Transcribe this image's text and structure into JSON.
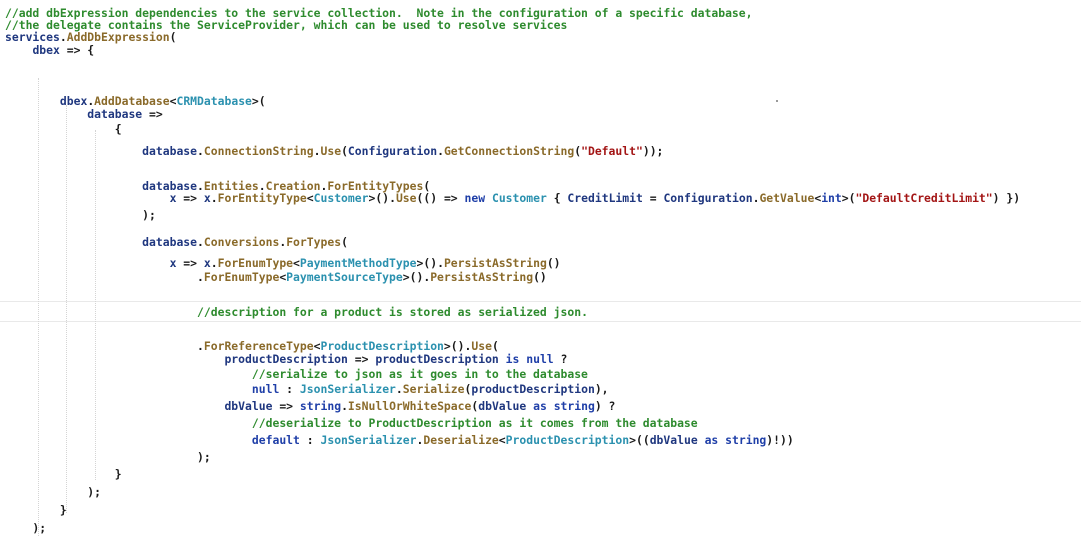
{
  "editor": {
    "lines": [
      [
        [
          "cm",
          "//add dbExpression dependencies to the service collection.  Note in the configuration of a specific database,"
        ]
      ],
      [
        [
          "cm",
          "//the delegate contains the ServiceProvider, which can be used to resolve services"
        ]
      ],
      [
        [
          "vr",
          "services"
        ],
        [
          "pl",
          "."
        ],
        [
          "fn",
          "AddDbExpression"
        ],
        [
          "pl",
          "("
        ]
      ],
      [
        [
          "pl",
          "    "
        ],
        [
          "vr",
          "dbex"
        ],
        [
          "pl",
          " => {"
        ]
      ],
      [
        [
          "pl",
          ""
        ]
      ],
      [
        [
          "pl",
          "        "
        ],
        [
          "vr",
          "dbex"
        ],
        [
          "pl",
          "."
        ],
        [
          "fn",
          "AddDatabase"
        ],
        [
          "pl",
          "<"
        ],
        [
          "ty",
          "CRMDatabase"
        ],
        [
          "pl",
          ">("
        ]
      ],
      [
        [
          "pl",
          "            "
        ],
        [
          "vr",
          "database"
        ],
        [
          "pl",
          " =>"
        ]
      ],
      [
        [
          "pl",
          "                {"
        ]
      ],
      [
        [
          "pl",
          "                    "
        ],
        [
          "vr",
          "database"
        ],
        [
          "pl",
          "."
        ],
        [
          "fn",
          "ConnectionString"
        ],
        [
          "pl",
          "."
        ],
        [
          "fn",
          "Use"
        ],
        [
          "pl",
          "("
        ],
        [
          "vr",
          "Configuration"
        ],
        [
          "pl",
          "."
        ],
        [
          "fn",
          "GetConnectionString"
        ],
        [
          "pl",
          "("
        ],
        [
          "st",
          "\"Default\""
        ],
        [
          "pl",
          "));"
        ]
      ],
      [
        [
          "pl",
          ""
        ]
      ],
      [
        [
          "pl",
          "                    "
        ],
        [
          "vr",
          "database"
        ],
        [
          "pl",
          "."
        ],
        [
          "fn",
          "Entities"
        ],
        [
          "pl",
          "."
        ],
        [
          "fn",
          "Creation"
        ],
        [
          "pl",
          "."
        ],
        [
          "fn",
          "ForEntityTypes"
        ],
        [
          "pl",
          "("
        ]
      ],
      [
        [
          "pl",
          "                        "
        ],
        [
          "vr",
          "x"
        ],
        [
          "pl",
          " => "
        ],
        [
          "vr",
          "x"
        ],
        [
          "pl",
          "."
        ],
        [
          "fn",
          "ForEntityType"
        ],
        [
          "pl",
          "<"
        ],
        [
          "ty",
          "Customer"
        ],
        [
          "pl",
          ">()."
        ],
        [
          "fn",
          "Use"
        ],
        [
          "pl",
          "(() => "
        ],
        [
          "kw",
          "new"
        ],
        [
          "pl",
          " "
        ],
        [
          "ty",
          "Customer"
        ],
        [
          "pl",
          " { "
        ],
        [
          "vr",
          "CreditLimit"
        ],
        [
          "pl",
          " = "
        ],
        [
          "vr",
          "Configuration"
        ],
        [
          "pl",
          "."
        ],
        [
          "fn",
          "GetValue"
        ],
        [
          "pl",
          "<"
        ],
        [
          "kw",
          "int"
        ],
        [
          "pl",
          ">("
        ],
        [
          "st",
          "\"DefaultCreditLimit\""
        ],
        [
          "pl",
          ") })"
        ]
      ],
      [
        [
          "pl",
          "                    );"
        ]
      ],
      [
        [
          "pl",
          ""
        ]
      ],
      [
        [
          "pl",
          "                    "
        ],
        [
          "vr",
          "database"
        ],
        [
          "pl",
          "."
        ],
        [
          "fn",
          "Conversions"
        ],
        [
          "pl",
          "."
        ],
        [
          "fn",
          "ForTypes"
        ],
        [
          "pl",
          "("
        ]
      ],
      [
        [
          "pl",
          "                        "
        ],
        [
          "vr",
          "x"
        ],
        [
          "pl",
          " => "
        ],
        [
          "vr",
          "x"
        ],
        [
          "pl",
          "."
        ],
        [
          "fn",
          "ForEnumType"
        ],
        [
          "pl",
          "<"
        ],
        [
          "ty",
          "PaymentMethodType"
        ],
        [
          "pl",
          ">()."
        ],
        [
          "fn",
          "PersistAsString"
        ],
        [
          "pl",
          "()"
        ]
      ],
      [
        [
          "pl",
          "                            ."
        ],
        [
          "fn",
          "ForEnumType"
        ],
        [
          "pl",
          "<"
        ],
        [
          "ty",
          "PaymentSourceType"
        ],
        [
          "pl",
          ">()."
        ],
        [
          "fn",
          "PersistAsString"
        ],
        [
          "pl",
          "()"
        ]
      ],
      [
        [
          "pl",
          ""
        ]
      ],
      [
        [
          "pl",
          "                            "
        ],
        [
          "cm",
          "//description for a product is stored as serialized json."
        ]
      ],
      [
        [
          "pl",
          ""
        ]
      ],
      [
        [
          "pl",
          "                            ."
        ],
        [
          "fn",
          "ForReferenceType"
        ],
        [
          "pl",
          "<"
        ],
        [
          "ty",
          "ProductDescription"
        ],
        [
          "pl",
          ">()."
        ],
        [
          "fn",
          "Use"
        ],
        [
          "pl",
          "("
        ]
      ],
      [
        [
          "pl",
          "                                "
        ],
        [
          "vr",
          "productDescription"
        ],
        [
          "pl",
          " => "
        ],
        [
          "vr",
          "productDescription"
        ],
        [
          "pl",
          " "
        ],
        [
          "kw",
          "is"
        ],
        [
          "pl",
          " "
        ],
        [
          "kw",
          "null"
        ],
        [
          "pl",
          " ?"
        ]
      ],
      [
        [
          "pl",
          "                                    "
        ],
        [
          "cm",
          "//serialize to json as it goes in to the database"
        ]
      ],
      [
        [
          "pl",
          "                                    "
        ],
        [
          "kw",
          "null"
        ],
        [
          "pl",
          " : "
        ],
        [
          "ty",
          "JsonSerializer"
        ],
        [
          "pl",
          "."
        ],
        [
          "fn",
          "Serialize"
        ],
        [
          "pl",
          "("
        ],
        [
          "vr",
          "productDescription"
        ],
        [
          "pl",
          "),"
        ]
      ],
      [
        [
          "pl",
          "                                "
        ],
        [
          "vr",
          "dbValue"
        ],
        [
          "pl",
          " => "
        ],
        [
          "kw",
          "string"
        ],
        [
          "pl",
          "."
        ],
        [
          "fn",
          "IsNullOrWhiteSpace"
        ],
        [
          "pl",
          "("
        ],
        [
          "vr",
          "dbValue"
        ],
        [
          "pl",
          " "
        ],
        [
          "kw",
          "as"
        ],
        [
          "pl",
          " "
        ],
        [
          "kw",
          "string"
        ],
        [
          "pl",
          ") ?"
        ]
      ],
      [
        [
          "pl",
          "                                    "
        ],
        [
          "cm",
          "//deserialize to ProductDescription as it comes from the database"
        ]
      ],
      [
        [
          "pl",
          "                                    "
        ],
        [
          "kw",
          "default"
        ],
        [
          "pl",
          " : "
        ],
        [
          "ty",
          "JsonSerializer"
        ],
        [
          "pl",
          "."
        ],
        [
          "fn",
          "Deserialize"
        ],
        [
          "pl",
          "<"
        ],
        [
          "ty",
          "ProductDescription"
        ],
        [
          "pl",
          ">(("
        ],
        [
          "vr",
          "dbValue"
        ],
        [
          "pl",
          " "
        ],
        [
          "kw",
          "as"
        ],
        [
          "pl",
          " "
        ],
        [
          "kw",
          "string"
        ],
        [
          "pl",
          ")!))"
        ]
      ],
      [
        [
          "pl",
          "                            );"
        ]
      ],
      [
        [
          "pl",
          ""
        ]
      ],
      [
        [
          "pl",
          "                }"
        ]
      ],
      [
        [
          "pl",
          "            );"
        ]
      ],
      [
        [
          "pl",
          "        }"
        ]
      ],
      [
        [
          "pl",
          "    );"
        ]
      ]
    ]
  },
  "colors": {
    "comment": "#2e8b2e",
    "keyword": "#1f3fa8",
    "type": "#2b91af",
    "member": "#8a6a2a",
    "string": "#a31515",
    "identifier": "#1f377f",
    "plain": "#1a1a1a",
    "background": "#ffffff"
  }
}
